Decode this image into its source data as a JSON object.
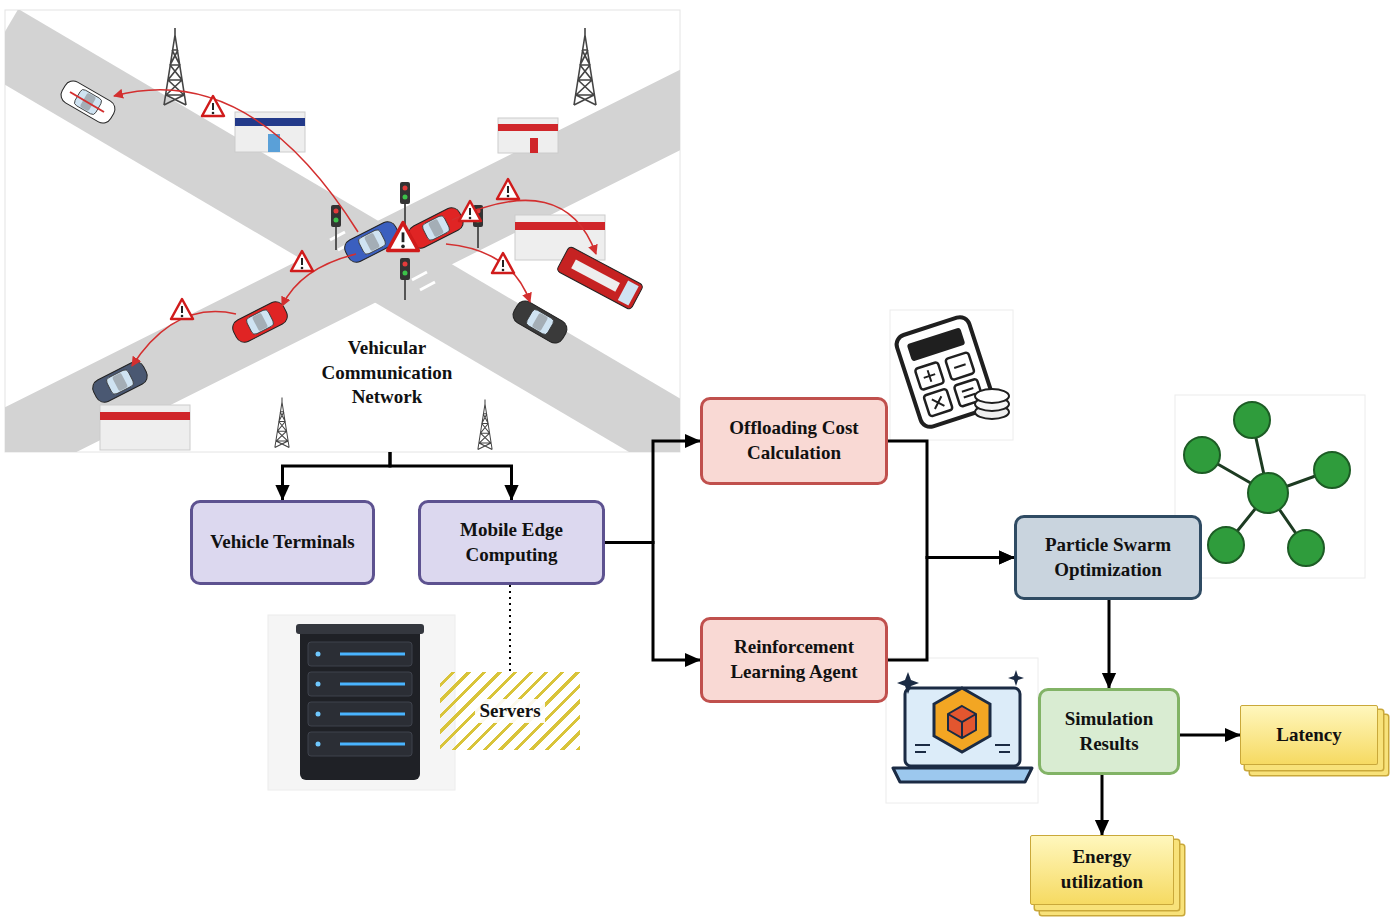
{
  "diagram": {
    "nodes": [
      {
        "text": [
          "Vehicular Communication Network"
        ]
      },
      {
        "text": [
          "Vehicle Terminals"
        ]
      },
      {
        "text": [
          "Mobile Edge Computing"
        ]
      },
      {
        "text": [
          "Servers"
        ]
      },
      {
        "text": [
          "Offloading Cost Calculation"
        ]
      },
      {
        "text": [
          "Reinforcement Learning Agent"
        ]
      },
      {
        "text": [
          "Particle Swarm Optimization"
        ]
      },
      {
        "text": [
          "Simulation Results"
        ]
      },
      {
        "text": [
          "Latency"
        ]
      },
      {
        "text": [
          "Energy utilization"
        ]
      }
    ],
    "edges": [
      {
        "from": 0,
        "to": 1,
        "arrow": "to"
      },
      {
        "from": 0,
        "to": 2,
        "arrow": "to"
      },
      {
        "from": 2,
        "to": 3,
        "arrow": "none"
      },
      {
        "from": 2,
        "to": 4,
        "arrow": "to"
      },
      {
        "from": 2,
        "to": 5,
        "arrow": "to"
      },
      {
        "from": 4,
        "to": 6,
        "arrow": "to"
      },
      {
        "from": 5,
        "to": 6,
        "arrow": "to"
      },
      {
        "from": 6,
        "to": 7,
        "arrow": "to"
      },
      {
        "from": 7,
        "to": 8,
        "arrow": "to"
      },
      {
        "from": 7,
        "to": 9,
        "arrow": "to"
      }
    ]
  }
}
